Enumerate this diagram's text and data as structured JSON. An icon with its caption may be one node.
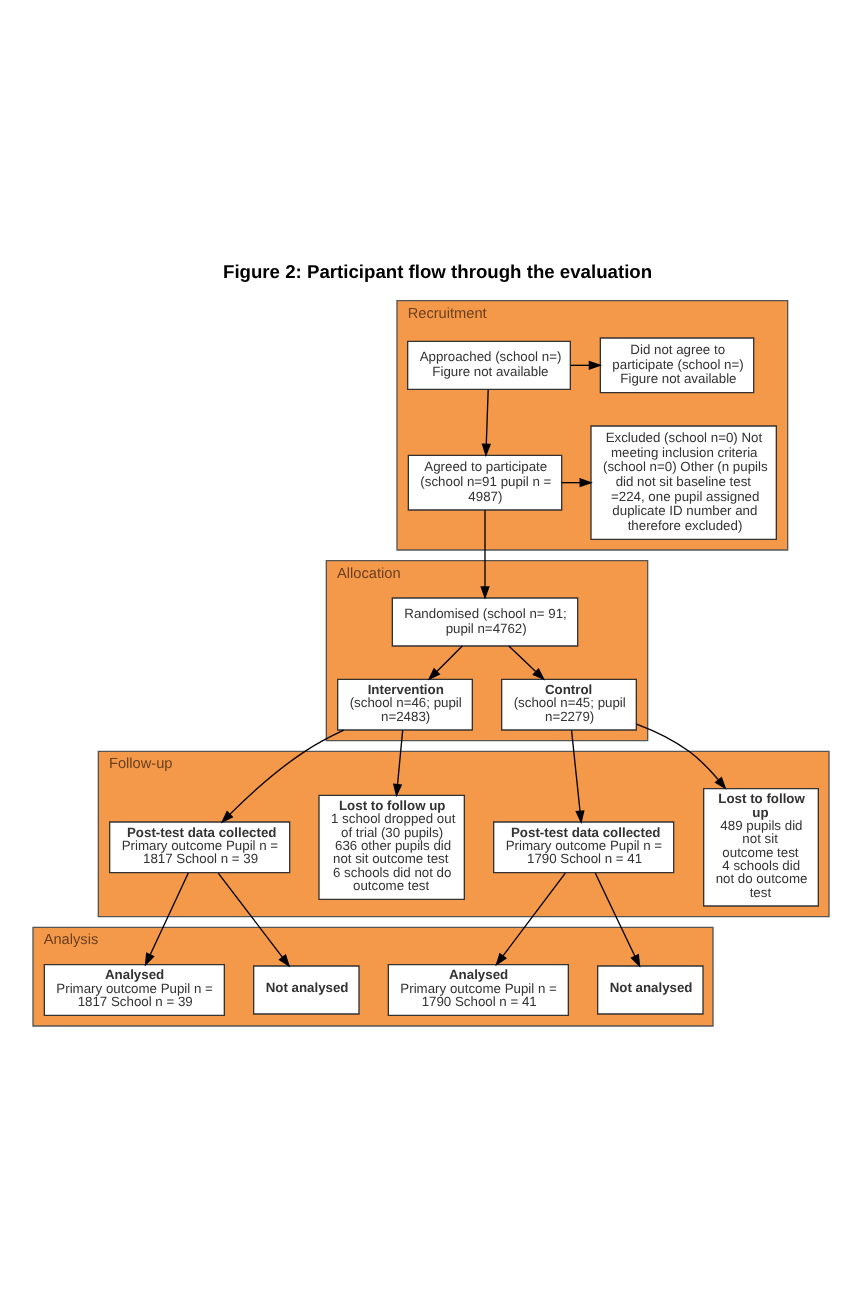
{
  "diagram": {
    "title": "Figure 2: Participant flow through the evaluation",
    "nodes": [
      {
        "text": [
          "Recruitment"
        ]
      },
      {
        "text": [
          "Approached (school n=) Figure not available"
        ],
        "in": 0
      },
      {
        "text": [
          "Did not agree to participate (school n=) Figure not available"
        ],
        "in": 0
      },
      {
        "text": [
          "Agreed to participate (school n=91 pupil n = 4987)"
        ],
        "in": 0
      },
      {
        "text": [
          "Excluded (school n=0) Not meeting inclusion criteria (school n=0) Other (n pupils did not sit baseline test =224, one pupil assigned duplicate ID number and therefore excluded)"
        ],
        "in": 0
      },
      {
        "text": [
          "Allocation"
        ]
      },
      {
        "text": [
          "Randomised (school n= 91; pupil n=4762)"
        ],
        "in": 5
      },
      {
        "text": [
          "Intervention",
          "(school n=46; pupil n=2483)"
        ],
        "in": 5
      },
      {
        "text": [
          "Control",
          "(school n=45; pupil n=2279)"
        ],
        "in": 5
      },
      {
        "text": [
          "Follow-up"
        ]
      },
      {
        "text": [
          "Lost to follow up",
          "1 school dropped out of trial (30 pupils) 636 other pupils did not sit outcome test 6 schools did not do outcome test"
        ],
        "in": 9
      },
      {
        "text": [
          "Post-test data collected",
          "Primary outcome Pupil n = 1817 School n = 39"
        ],
        "in": 9
      },
      {
        "text": [
          "Lost to follow up",
          "489 pupils did not sit outcome test",
          "4 schools did not do outcome test"
        ],
        "in": 9
      },
      {
        "text": [
          "Post-test data collected",
          "Primary outcome Pupil n = 1790 School n = 41"
        ],
        "in": 9
      },
      {
        "text": [
          "Analysis"
        ]
      },
      {
        "text": [
          "Not analysed"
        ],
        "in": 14
      },
      {
        "text": [
          "Analysed",
          "Primary outcome Pupil n = 1817 School n = 39"
        ],
        "in": 14
      },
      {
        "text": [
          "Not analysed"
        ],
        "in": 14
      },
      {
        "text": [
          "Analysed",
          "Primary outcome Pupil n = 1790 School n = 41"
        ],
        "in": 14
      }
    ],
    "edges": [
      {
        "from": 1,
        "to": 2,
        "arrow": "to"
      },
      {
        "from": 1,
        "to": 3,
        "arrow": "to"
      },
      {
        "from": 3,
        "to": 4,
        "arrow": "to"
      },
      {
        "from": 3,
        "to": 6,
        "arrow": "to"
      },
      {
        "from": 6,
        "to": 7,
        "arrow": "to"
      },
      {
        "from": 6,
        "to": 8,
        "arrow": "to"
      },
      {
        "from": 7,
        "to": 10,
        "arrow": "to"
      },
      {
        "from": 7,
        "to": 11,
        "arrow": "to"
      },
      {
        "from": 8,
        "to": 12,
        "arrow": "to"
      },
      {
        "from": 8,
        "to": 13,
        "arrow": "to"
      },
      {
        "from": 11,
        "to": 15,
        "arrow": "to"
      },
      {
        "from": 11,
        "to": 16,
        "arrow": "to"
      },
      {
        "from": 13,
        "to": 17,
        "arrow": "to"
      },
      {
        "from": 13,
        "to": 18,
        "arrow": "to"
      }
    ]
  }
}
